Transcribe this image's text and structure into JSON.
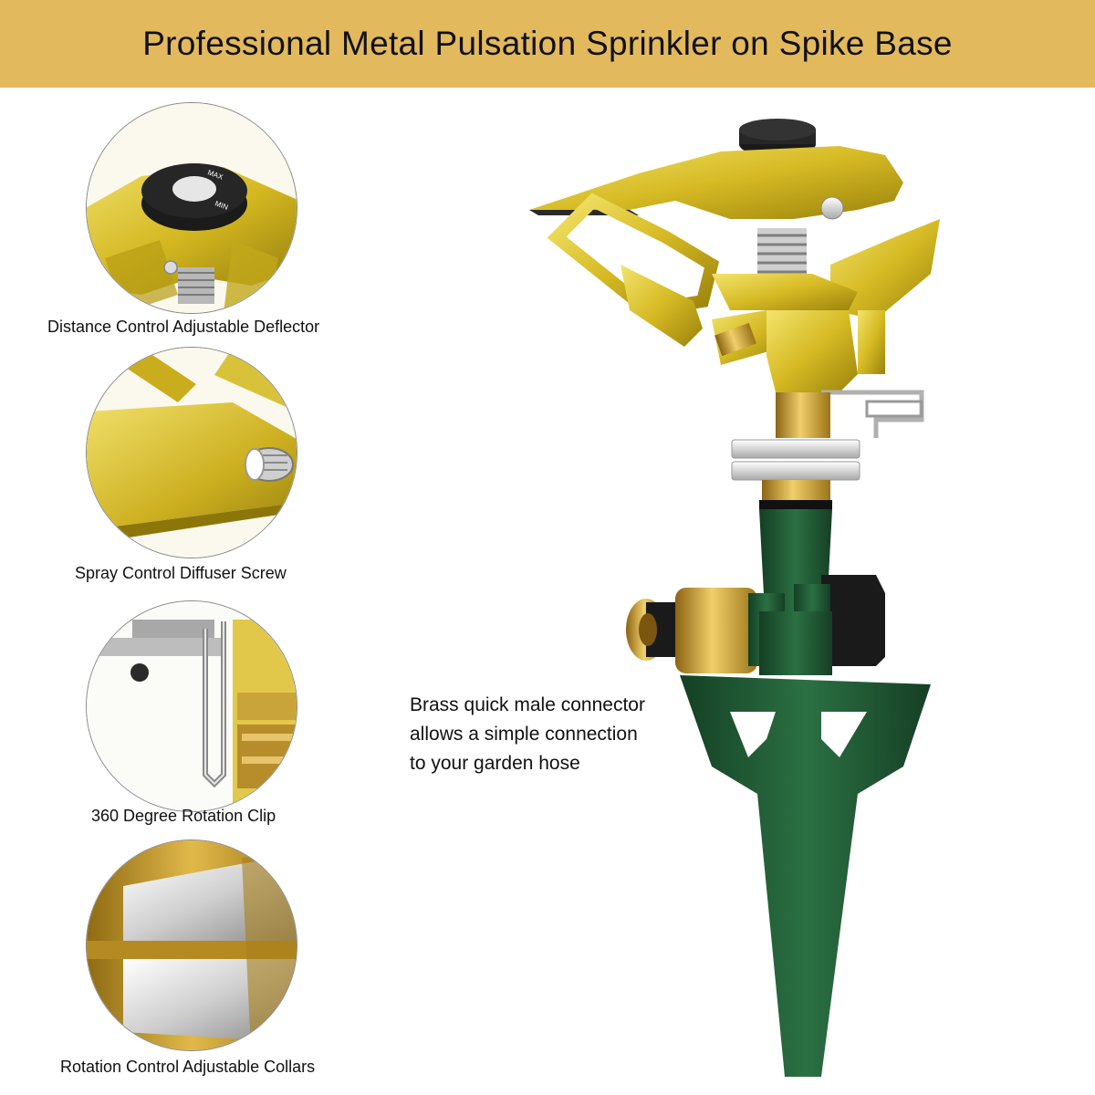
{
  "banner": {
    "title": "Professional Metal Pulsation Sprinkler on Spike Base",
    "background_color": "#e3b95e"
  },
  "details": [
    {
      "caption": "Distance Control Adjustable Deflector",
      "icon": "adjustable-deflector-closeup"
    },
    {
      "caption": "Spray Control Diffuser Screw",
      "icon": "diffuser-screw-closeup"
    },
    {
      "caption": "360 Degree Rotation Clip",
      "icon": "rotation-clip-closeup"
    },
    {
      "caption": "Rotation Control Adjustable Collars",
      "icon": "adjustable-collars-closeup"
    }
  ],
  "knob_labels": {
    "max": "MAX",
    "min": "MIN"
  },
  "callout": {
    "lines": [
      "Brass quick male connector",
      "allows a simple connection",
      "to your garden hose"
    ]
  },
  "colors": {
    "gold": "#d8bd2a",
    "gold_dark": "#a98f10",
    "green": "#1f5a33",
    "brass": "#c99a2e",
    "silver": "#d9d9d9",
    "black": "#1a1a1a"
  }
}
